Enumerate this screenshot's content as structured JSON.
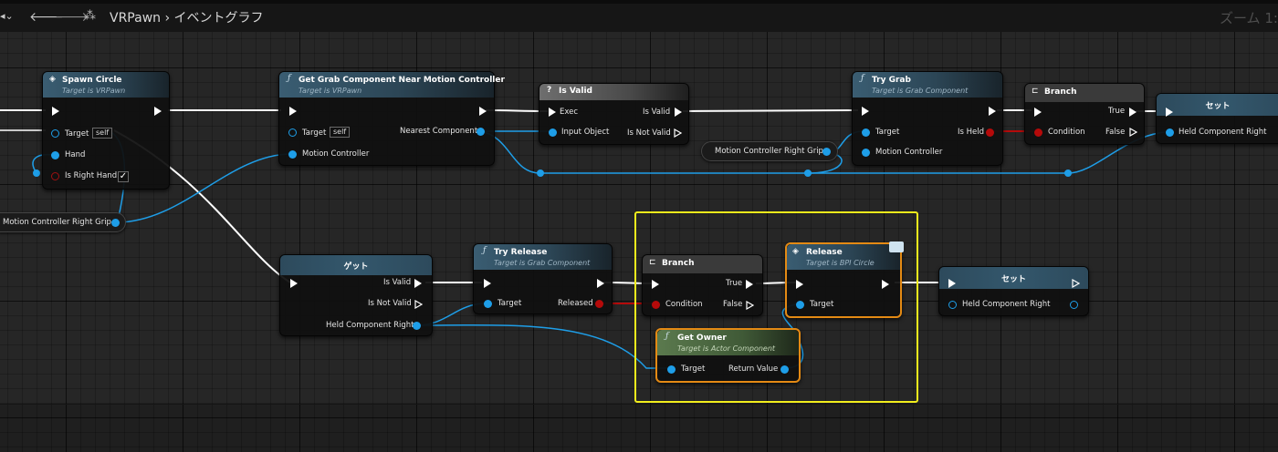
{
  "topbar": {
    "title": "VRPawn › イベントグラフ",
    "zoom": "ズーム 1:"
  },
  "nodes": {
    "spawn_circle": {
      "title": "Spawn Circle",
      "subtitle": "Target is VRPawn",
      "target": "Target",
      "target_value": "self",
      "hand": "Hand",
      "is_right_hand": "Is Right Hand"
    },
    "get_grab": {
      "title": "Get Grab Component Near Motion Controller",
      "subtitle": "Target is VRPawn",
      "target": "Target",
      "target_value": "self",
      "motion_controller": "Motion Controller",
      "nearest": "Nearest Component"
    },
    "is_valid": {
      "title": "Is Valid",
      "exec": "Exec",
      "input_object": "Input Object",
      "is_valid": "Is Valid",
      "is_not_valid": "Is Not Valid"
    },
    "try_grab": {
      "title": "Try Grab",
      "subtitle": "Target is Grab Component",
      "target": "Target",
      "motion_controller": "Motion Controller",
      "is_held": "Is Held"
    },
    "branch1": {
      "title": "Branch",
      "condition": "Condition",
      "true": "True",
      "false": "False"
    },
    "set1": {
      "title": "セット",
      "held": "Held Component Right"
    },
    "mc_grip_top": {
      "label": "Motion Controller Right Grip"
    },
    "mc_grip_left": {
      "label": "Motion Controller Right Grip"
    },
    "get": {
      "title": "ゲット",
      "is_valid": "Is Valid",
      "is_not_valid": "Is Not Valid",
      "held": "Held Component Right"
    },
    "try_release": {
      "title": "Try Release",
      "subtitle": "Target is Grab Component",
      "target": "Target",
      "released": "Released"
    },
    "branch2": {
      "title": "Branch",
      "condition": "Condition",
      "true": "True",
      "false": "False"
    },
    "release": {
      "title": "Release",
      "subtitle": "Target is BPI Circle",
      "target": "Target"
    },
    "get_owner": {
      "title": "Get Owner",
      "subtitle": "Target is Actor Component",
      "target": "Target",
      "return_value": "Return Value"
    },
    "set2": {
      "title": "セット",
      "held": "Held Component Right"
    }
  },
  "colors": {
    "exec_wire": "#ffffff",
    "object_wire": "#1e9ee8",
    "bool_wire": "#b50a0a",
    "highlight": "#f2ee1c",
    "selected": "#e48a14"
  },
  "icons": [
    "back-arrow-icon",
    "forward-arrow-icon",
    "graph-icon",
    "function-icon",
    "event-icon",
    "branch-icon",
    "question-icon",
    "checkmark-icon",
    "message-icon"
  ]
}
